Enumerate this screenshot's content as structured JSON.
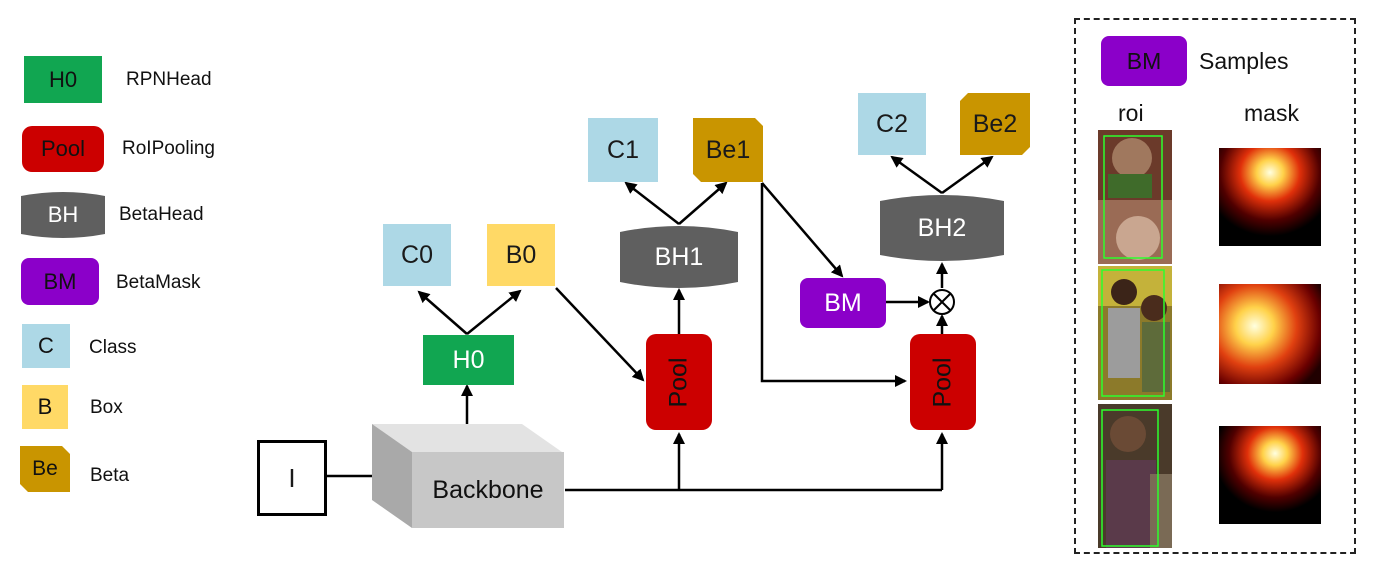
{
  "legend": [
    {
      "key": "H0",
      "label": "RPNHead",
      "color": "#11a651"
    },
    {
      "key": "Pool",
      "label": "RoIPooling",
      "color": "#cc0000"
    },
    {
      "key": "BH",
      "label": "BetaHead",
      "color": "#5f5f5f"
    },
    {
      "key": "BM",
      "label": "BetaMask",
      "color": "#8b00c9"
    },
    {
      "key": "C",
      "label": "Class",
      "color": "#add8e6"
    },
    {
      "key": "B",
      "label": "Box",
      "color": "#ffd966"
    },
    {
      "key": "Be",
      "label": "Beta",
      "color": "#c99500"
    }
  ],
  "nodes": {
    "input": "I",
    "backbone": "Backbone",
    "h0": "H0",
    "c0": "C0",
    "b0": "B0",
    "pool1": "Pool",
    "bh1": "BH1",
    "c1": "C1",
    "be1": "Be1",
    "bm": "BM",
    "pool2": "Pool",
    "bh2": "BH2",
    "c2": "C2",
    "be2": "Be2"
  },
  "samples_panel": {
    "bm_label": "BM",
    "title": "Samples",
    "col_roi": "roi",
    "col_mask": "mask"
  }
}
